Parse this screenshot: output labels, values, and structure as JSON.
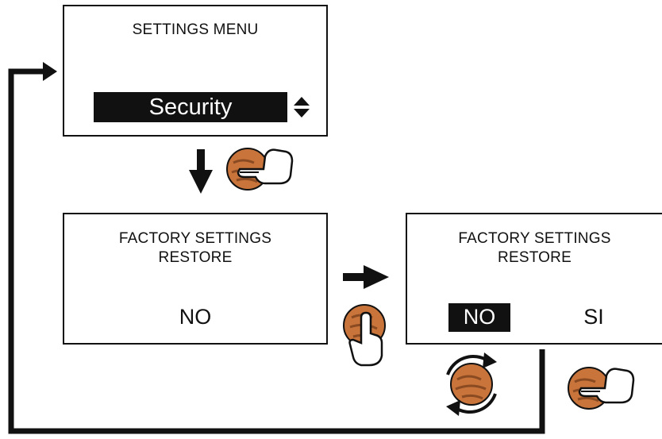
{
  "settings_menu": {
    "title": "SETTINGS MENU",
    "selected_item": "Security"
  },
  "factory_restore_screen": {
    "line1": "FACTORY SETTINGS",
    "line2": "RESTORE",
    "value": "NO"
  },
  "factory_restore_choice_screen": {
    "line1": "FACTORY SETTINGS",
    "line2": "RESTORE",
    "option_no": "NO",
    "option_yes": "SI"
  },
  "icons": {
    "knob": "rotary-knob-icon",
    "press": "press-hand-icon",
    "push": "push-hand-icon",
    "rotate": "rotate-arrows-icon",
    "flow": "flow-arrow-icon"
  },
  "colors": {
    "line": "#111111",
    "knob": "#c9743a",
    "knob_dark": "#8a4a22",
    "highlight_bg": "#111111",
    "highlight_text": "#ffffff"
  }
}
